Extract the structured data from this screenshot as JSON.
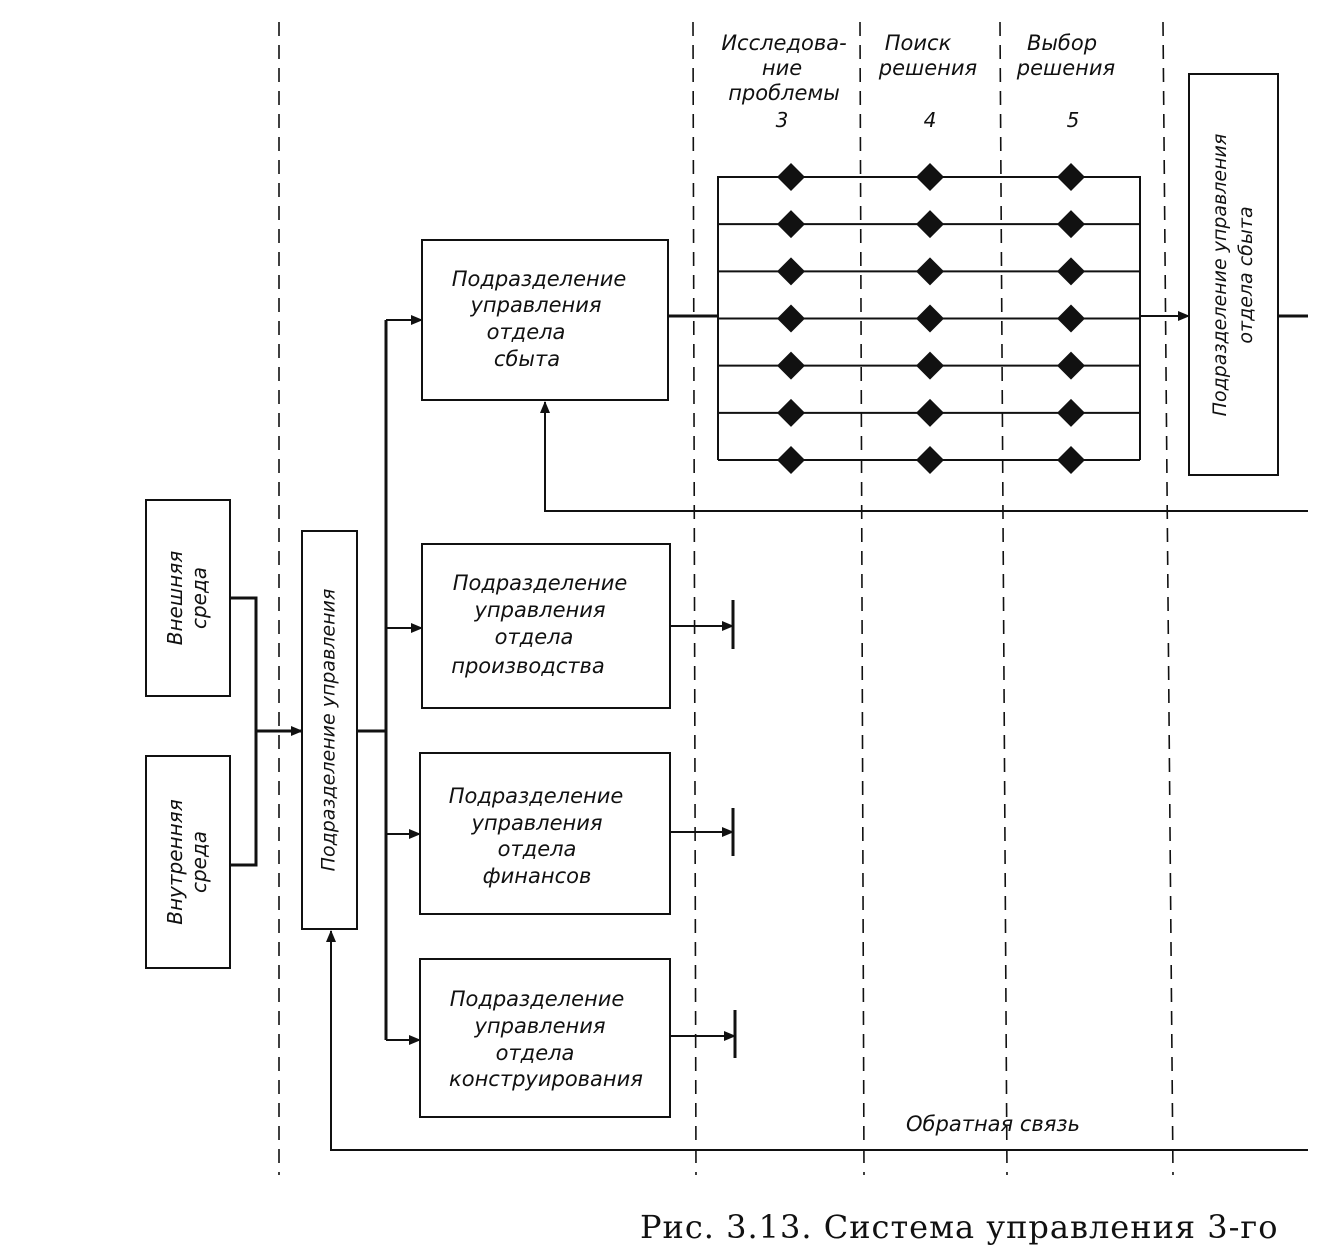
{
  "stages": [
    {
      "label_lines": [
        "Исследова-",
        "ние",
        "проблемы"
      ],
      "number": "3"
    },
    {
      "label_lines": [
        "Поиск",
        "решения"
      ],
      "number": "4"
    },
    {
      "label_lines": [
        "Выбор",
        "решения"
      ],
      "number": "5"
    }
  ],
  "env_external": [
    "Внешняя",
    "среда"
  ],
  "env_internal": [
    "Внутренняя",
    "среда"
  ],
  "central_unit": "Подразделение управления",
  "departments": [
    [
      "Подразделение",
      "управления",
      "отдела",
      "сбыта"
    ],
    [
      "Подразделение",
      "управления",
      "отдела",
      "производства"
    ],
    [
      "Подразделение",
      "управления",
      "отдела",
      "финансов"
    ],
    [
      "Подразделение",
      "управления",
      "отдела",
      "конструирования"
    ]
  ],
  "output_unit": [
    "Подразделение управления",
    "отдела сбыта"
  ],
  "feedback_label": "Обратная связь",
  "caption": "Рис. 3.13. Система управления 3-го",
  "matrix_rows": 7
}
